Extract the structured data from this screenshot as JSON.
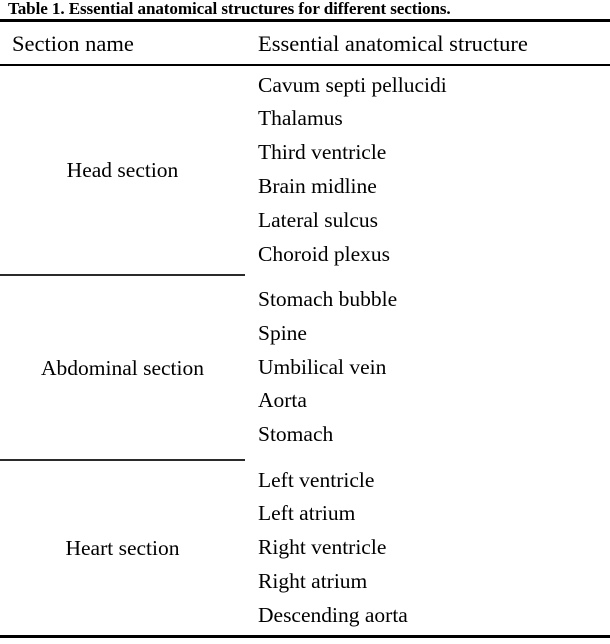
{
  "caption": "Table 1. Essential anatomical structures for different sections.",
  "columns": {
    "section_name": "Section name",
    "structure": "Essential anatomical structure"
  },
  "rows": [
    {
      "section": "Head section",
      "structures": [
        "Cavum septi pellucidi",
        "Thalamus",
        "Third ventricle",
        "Brain midline",
        "Lateral sulcus",
        "Choroid plexus"
      ]
    },
    {
      "section": "Abdominal section",
      "structures": [
        "Stomach bubble",
        "Spine",
        "Umbilical vein",
        "Aorta",
        "Stomach"
      ]
    },
    {
      "section": "Heart section",
      "structures": [
        "Left ventricle",
        "Left atrium",
        "Right ventricle",
        "Right atrium",
        "Descending aorta"
      ]
    }
  ],
  "style": {
    "text_color": "#000000",
    "rule_color": "#000000",
    "partial_rule_color": "#2b2b2b",
    "background": "#ffffff"
  }
}
